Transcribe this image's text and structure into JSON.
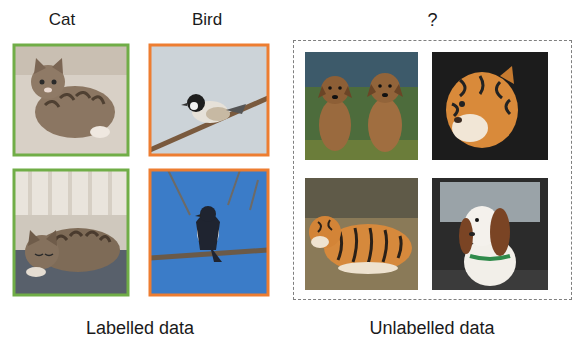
{
  "diagram": {
    "nodes": [
      {
        "text": [
          "?"
        ]
      }
    ],
    "labels": [
      "Cat",
      "Bird",
      "Labelled data",
      "Unlabelled data"
    ]
  }
}
